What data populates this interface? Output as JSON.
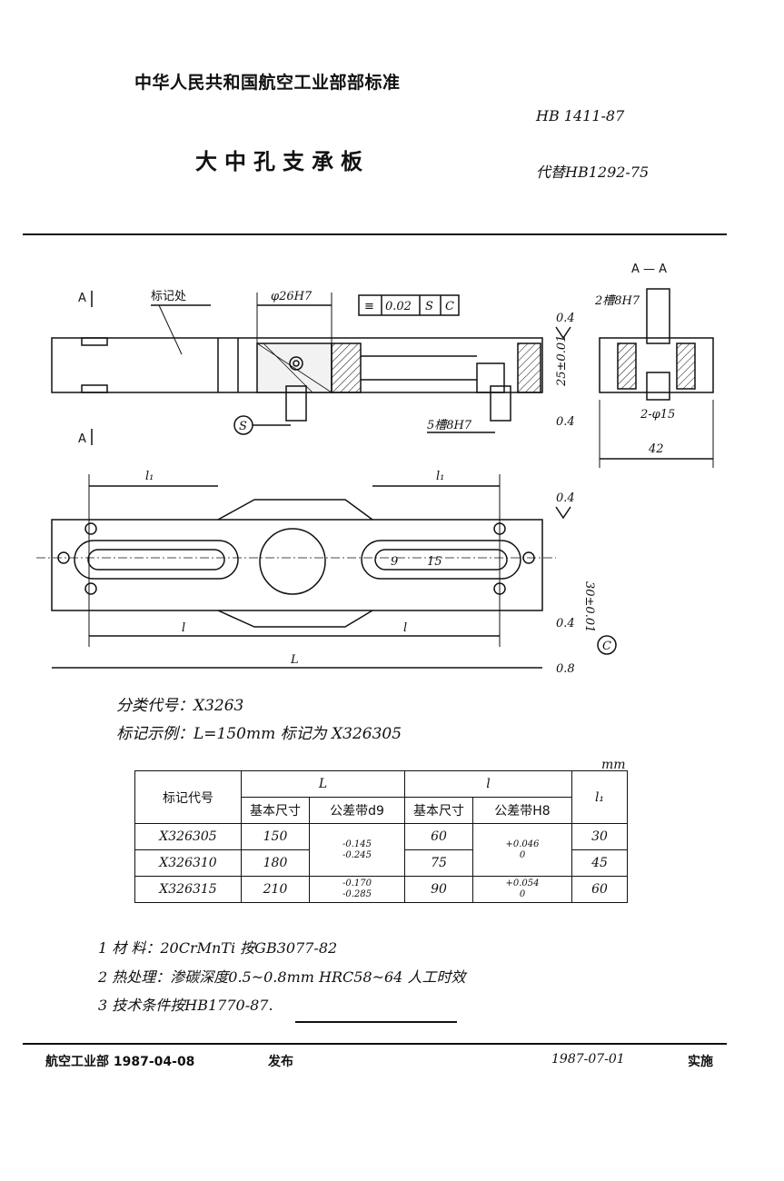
{
  "header": {
    "organization": "中华人民共和国航空工业部部标准",
    "doc_number": "HB 1411-87",
    "title": "大中孔支承板",
    "replaces": "代替HB1292-75"
  },
  "drawing": {
    "section_label": "A — A",
    "view_mark_top": "A",
    "view_mark_bottom": "A",
    "marking_area": "标记处",
    "bore": "φ26H7",
    "tolerance_frame": [
      "≡",
      "0.02",
      "S",
      "C"
    ],
    "slots_2": "2槽8H7",
    "slots_5": "5槽8H7",
    "roughness_04": "0.4",
    "roughness_08": "0.8",
    "height_25": "25±0.01",
    "height_30": "30±0.01",
    "holes": "2-φ15",
    "width_42": "42",
    "datum_s": "S",
    "datum_c": "C",
    "dim_l1": "l₁",
    "dim_l": "l",
    "dim_L": "L",
    "slot_9": "9",
    "slot_15": "15"
  },
  "classification": "分类代号：X3263",
  "marking_example": "标记示例：L=150mm  标记为  X326305",
  "table": {
    "unit": "mm",
    "col_code": "标记代号",
    "col_L": "L",
    "col_l": "l",
    "col_l1": "l₁",
    "sub_basic": "基本尺寸",
    "sub_tol_d9": "公差带d9",
    "sub_tol_h8": "公差带H8",
    "rows": [
      {
        "code": "X326305",
        "L": "150",
        "l": "60",
        "l1": "30"
      },
      {
        "code": "X326310",
        "L": "180",
        "l": "75",
        "l1": "45"
      },
      {
        "code": "X326315",
        "L": "210",
        "l": "90",
        "l1": "60"
      }
    ],
    "tol_d9_a": "-0.145",
    "tol_d9_b": "-0.245",
    "tol_d9_c": "-0.170",
    "tol_d9_d": "-0.285",
    "tol_h8_a": "+0.046",
    "tol_h8_b": "0",
    "tol_h8_c": "+0.054",
    "tol_h8_d": "0"
  },
  "notes": [
    "1   材   料：20CrMnTi 按GB3077-82",
    "2   热处理：渗碳深度0.5~0.8mm   HRC58~64  人工时效",
    "3   技术条件按HB1770-87."
  ],
  "footer": {
    "issuer": "航空工业部 1987-04-08",
    "issued": "发布",
    "effective_date": "1987-07-01",
    "effective": "实施"
  }
}
